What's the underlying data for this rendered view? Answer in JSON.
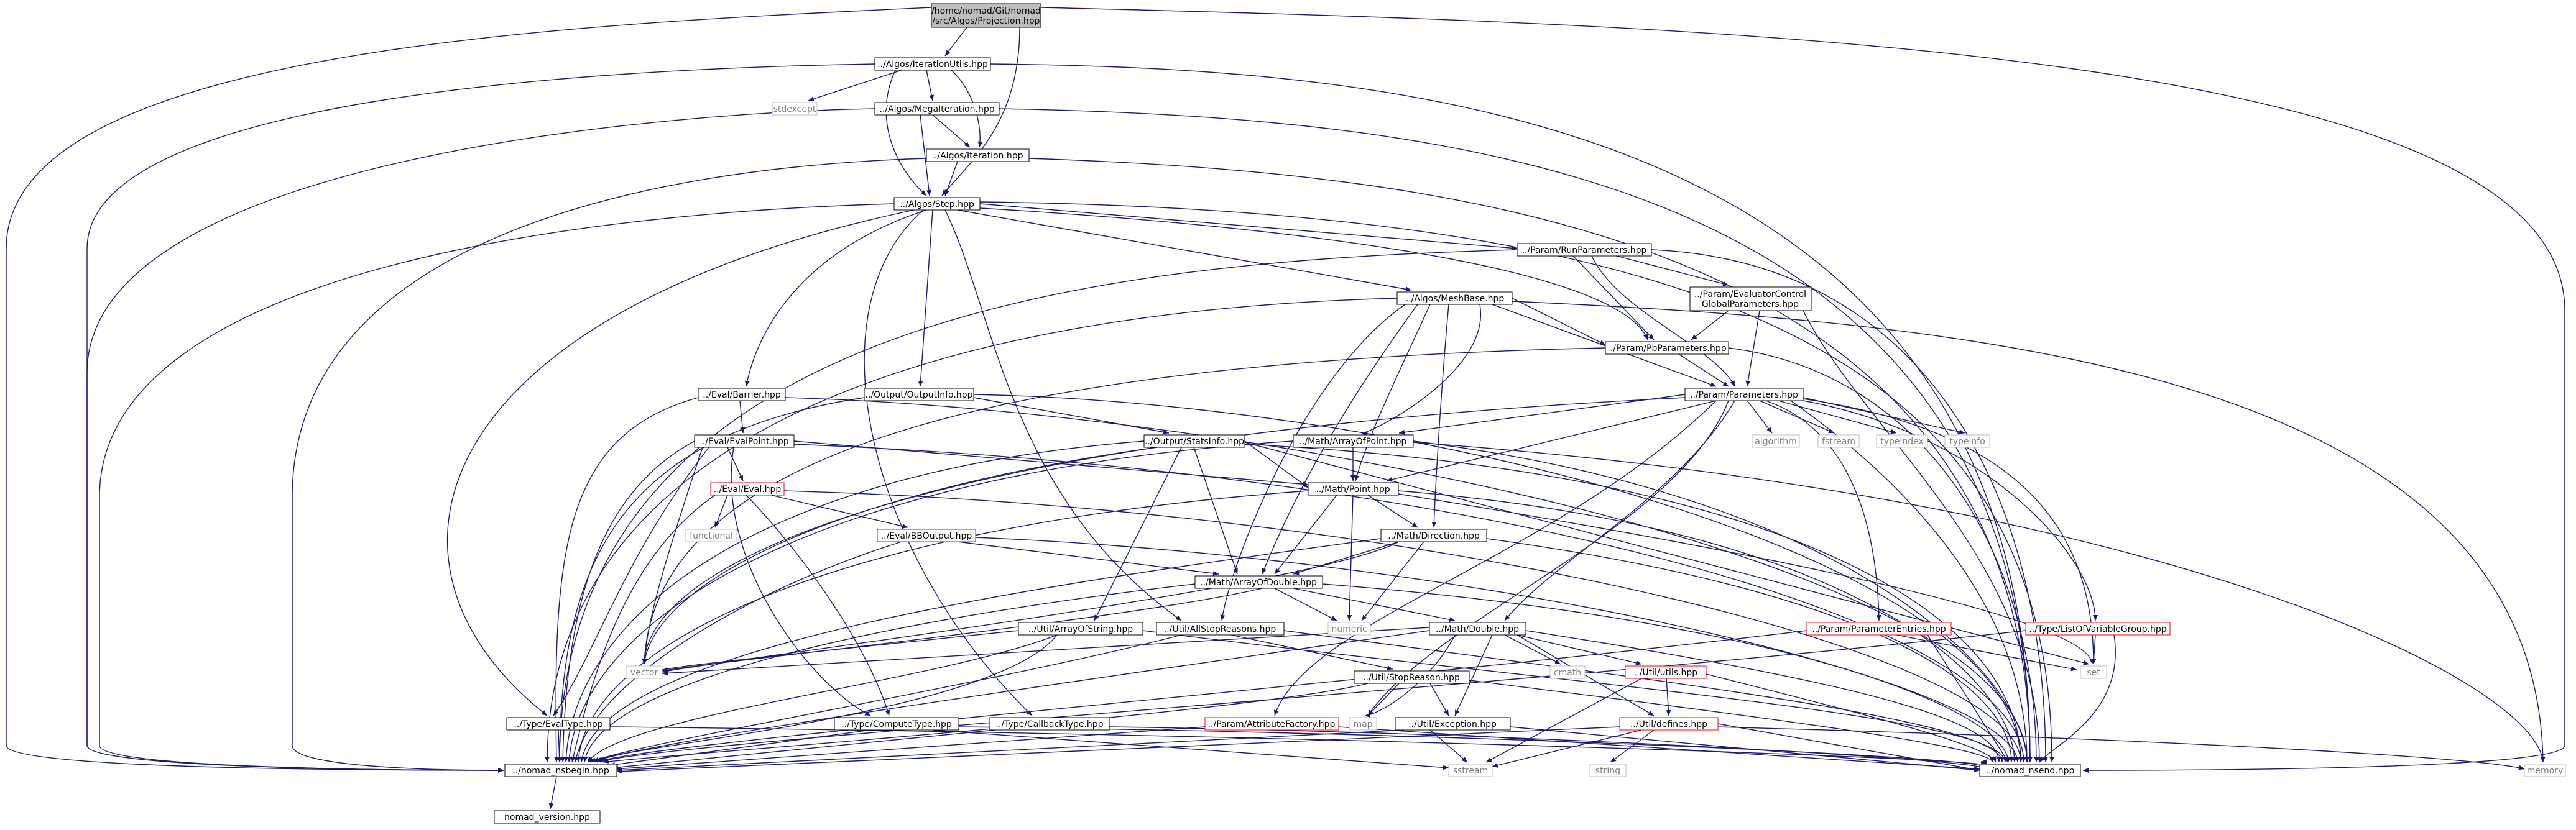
{
  "colors": {
    "edge": "#191970",
    "root_fill": "#bfbfbf",
    "node_border": "#000000",
    "truncated_border": "#ff0000",
    "external_border": "#bfbfbf",
    "external_text": "#808080"
  },
  "nodes": {
    "root_l1": "/home/nomad/Git/nomad",
    "root_l2": "/src/Algos/Projection.hpp",
    "iterationutils": "../Algos/IterationUtils.hpp",
    "stdexcept": "stdexcept",
    "megaiteration": "../Algos/MegaIteration.hpp",
    "iteration": "../Algos/Iteration.hpp",
    "step": "../Algos/Step.hpp",
    "runparameters": "../Param/RunParameters.hpp",
    "evalctrl_l1": "../Param/EvaluatorControl",
    "evalctrl_l2": "GlobalParameters.hpp",
    "meshbase": "../Algos/MeshBase.hpp",
    "pbparameters": "../Param/PbParameters.hpp",
    "barrier": "../Eval/Barrier.hpp",
    "outputinfo": "../Output/OutputInfo.hpp",
    "parameters": "../Param/Parameters.hpp",
    "evalpoint": "../Eval/EvalPoint.hpp",
    "statsinfo": "../Output/StatsInfo.hpp",
    "arrayofpoint": "../Math/ArrayOfPoint.hpp",
    "algorithm": "algorithm",
    "fstream": "fstream",
    "typeindex": "typeindex",
    "typeinfo": "typeinfo",
    "eval": "../Eval/Eval.hpp",
    "point": "../Math/Point.hpp",
    "functional": "functional",
    "bboutput": "../Eval/BBOutput.hpp",
    "direction": "../Math/Direction.hpp",
    "arrayofdouble": "../Math/ArrayOfDouble.hpp",
    "numeric": "numeric",
    "arrayofstring": "../Util/ArrayOfString.hpp",
    "allstopreasons": "../Util/AllStopReasons.hpp",
    "double": "../Math/Double.hpp",
    "parameterentries": "../Param/ParameterEntries.hpp",
    "listofvariablegroup": "../Type/ListOfVariableGroup.hpp",
    "vector": "vector",
    "cmath": "cmath",
    "utils": "../Util/utils.hpp",
    "set": "set",
    "stopreason": "../Util/StopReason.hpp",
    "evaltype": "../Type/EvalType.hpp",
    "computetype": "../Type/ComputeType.hpp",
    "callbacktype": "../Type/CallbackType.hpp",
    "attributefactory": "../Param/AttributeFactory.hpp",
    "map": "map",
    "exception": "../Util/Exception.hpp",
    "defines": "../Util/defines.hpp",
    "nsbegin": "../nomad_nsbegin.hpp",
    "sstream": "sstream",
    "string": "string",
    "nsend": "../nomad_nsend.hpp",
    "memory": "memory",
    "version": "nomad_version.hpp"
  }
}
